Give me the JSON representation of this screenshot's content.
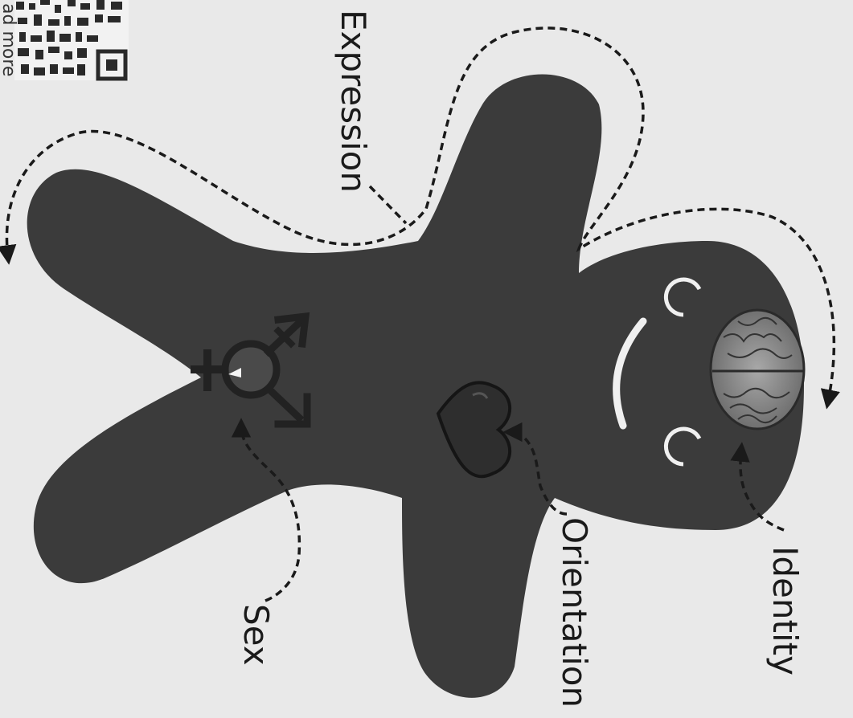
{
  "labels": {
    "expression": "Expression",
    "identity": "Identity",
    "orientation": "Orientation",
    "sex": "Sex"
  },
  "qr_caption": "ad more",
  "colors": {
    "background": "#e9e9e9",
    "figure": "#3b3b3b",
    "dashes": "#1a1a1a",
    "heart": "#2e2e2e",
    "symbol": "#2a2a2a"
  }
}
